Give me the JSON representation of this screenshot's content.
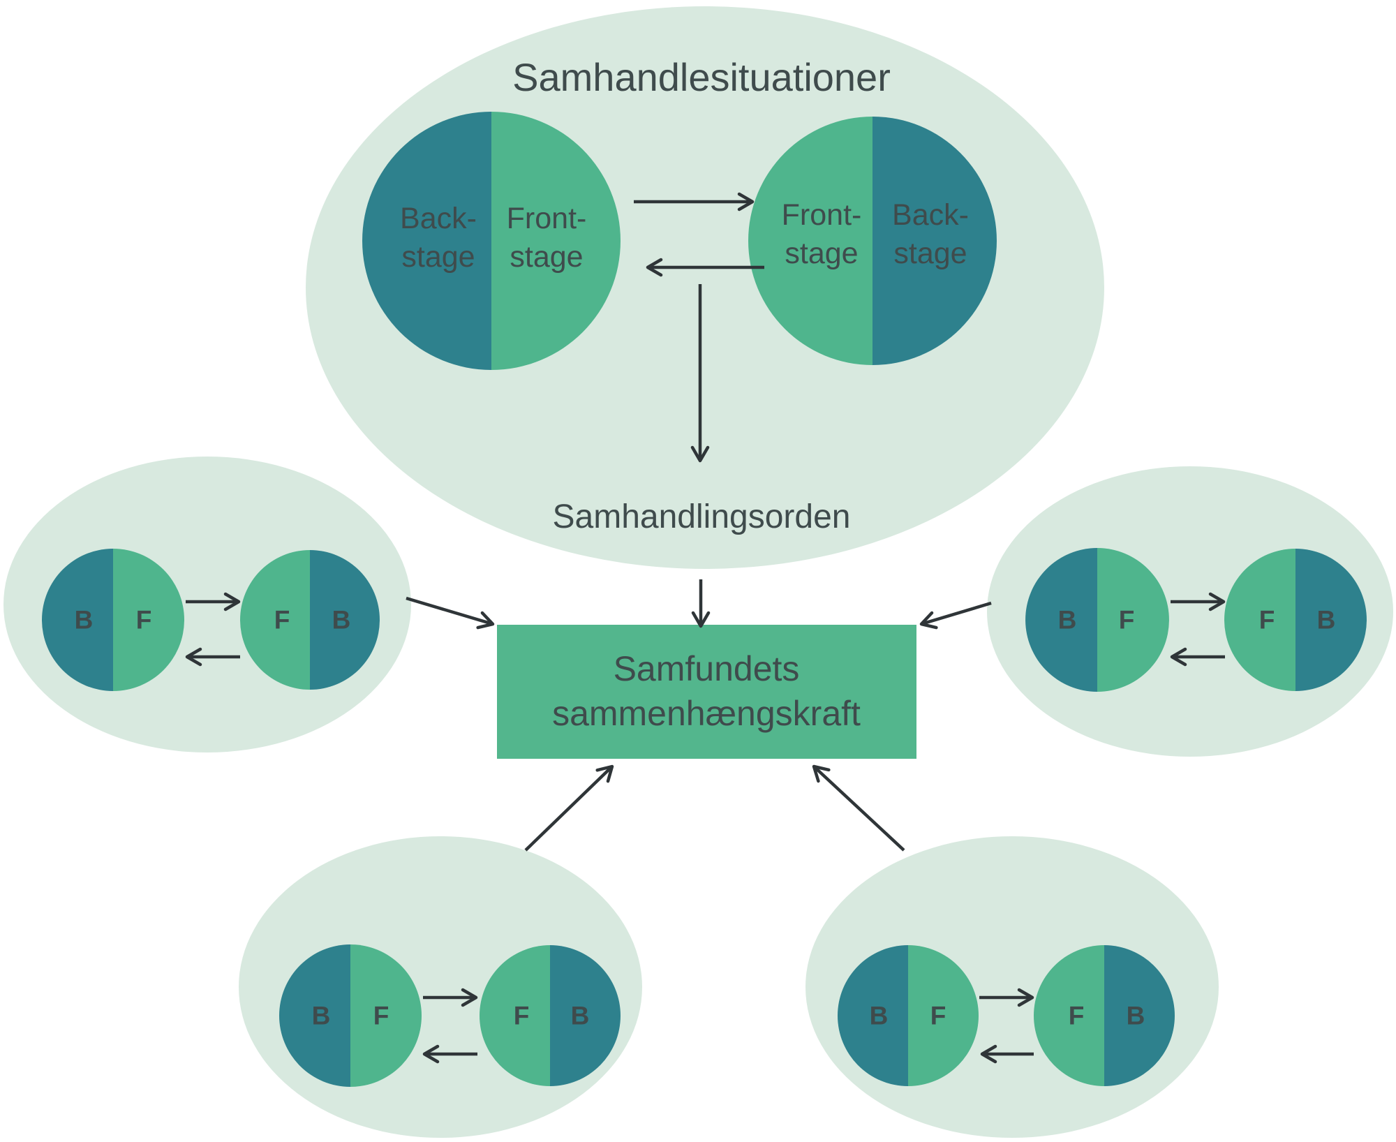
{
  "colors": {
    "page_bg": "#FFFFFF",
    "ellipse_fill": "#D8E9DF",
    "backstage_color": "#2E818D",
    "frontstage_color": "#4FB58D",
    "box_color": "#53B68D",
    "text_color": "#3F4B4C",
    "arrow_color": "#2F3538"
  },
  "labels": {
    "title": "Samhandlesituationer",
    "interaction_order": "Samhandlingsorden",
    "center_line1": "Samfundets",
    "center_line2": "sammenhængskraft",
    "backstage_line1": "Back-",
    "backstage_line2": "stage",
    "frontstage_line1": "Front-",
    "frontstage_line2": "stage",
    "mini_backstage": "B",
    "mini_frontstage": "F"
  }
}
